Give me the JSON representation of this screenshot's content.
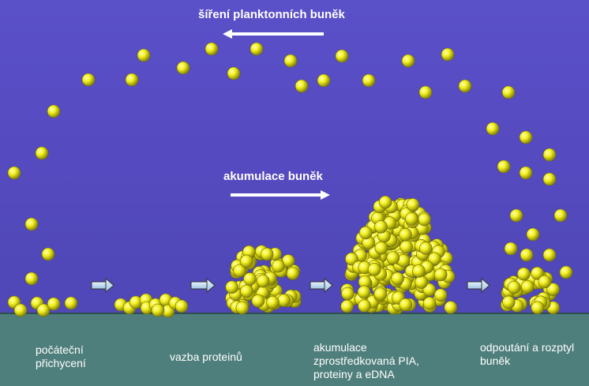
{
  "titles": {
    "top": "šíření planktonních buněk",
    "middle": "akumulace buněk"
  },
  "stages": [
    {
      "line1": "počáteční",
      "line2": "přichycení",
      "line3": ""
    },
    {
      "line1": "vazba proteinů",
      "line2": "",
      "line3": ""
    },
    {
      "line1": "akumulace",
      "line2": "zprostředkovaná PIA,",
      "line3": "proteiny a eDNA"
    },
    {
      "line1": "odpoutání a rozptyl",
      "line2": "buněk",
      "line3": ""
    }
  ],
  "colors": {
    "background": "#5a50c8",
    "substrate": "#4f7f7c",
    "cell": "#f0f020",
    "arrow": "#ffffff"
  }
}
